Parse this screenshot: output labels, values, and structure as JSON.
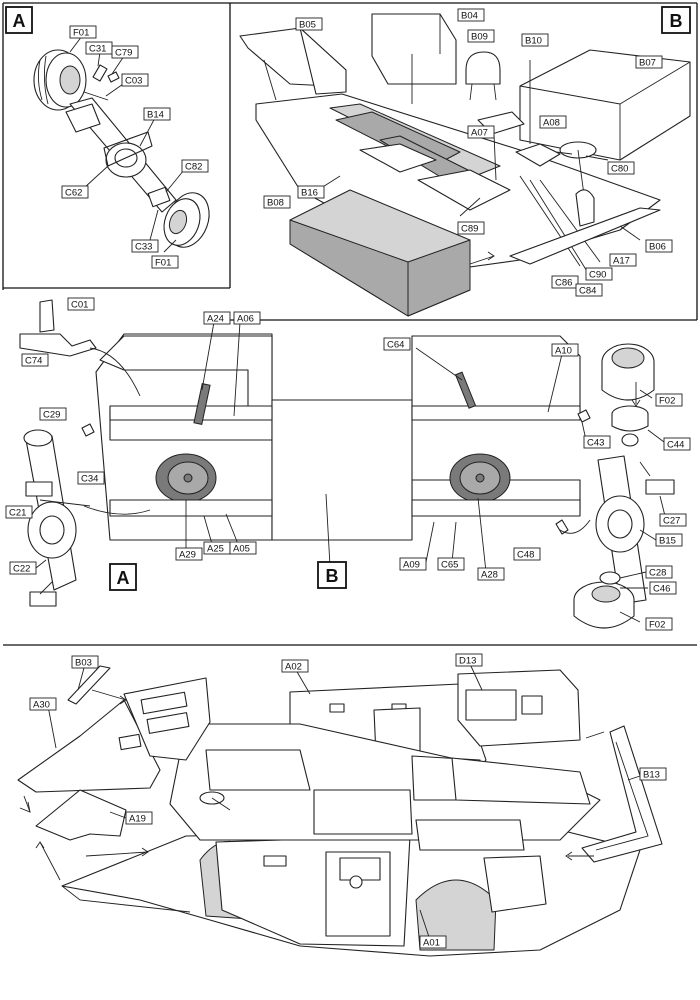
{
  "sections": [
    {
      "id": "A",
      "label": "A"
    },
    {
      "id": "B",
      "label": "B"
    }
  ],
  "callouts": {
    "A": [
      "A",
      "B"
    ],
    "panel_a": [
      "F01",
      "C31",
      "C79",
      "C03",
      "B14",
      "C62",
      "C82",
      "C33",
      "F01"
    ],
    "panel_b": [
      "B05",
      "B04",
      "B09",
      "B10",
      "B07",
      "A07",
      "A08",
      "C80",
      "B16",
      "B08",
      "C89",
      "C86",
      "C84",
      "C90",
      "A17",
      "B06"
    ],
    "chassis": [
      "C01",
      "C74",
      "C29",
      "C21",
      "C34",
      "C22",
      "A24",
      "A06",
      "A29",
      "A25",
      "A05",
      "C64",
      "A10",
      "A09",
      "C65",
      "A28",
      "F02",
      "C44",
      "C43",
      "C27",
      "B15",
      "C48",
      "C28",
      "C46",
      "F02"
    ],
    "hull": [
      "B03",
      "A30",
      "A19",
      "A02",
      "D13",
      "B13",
      "A01"
    ]
  }
}
